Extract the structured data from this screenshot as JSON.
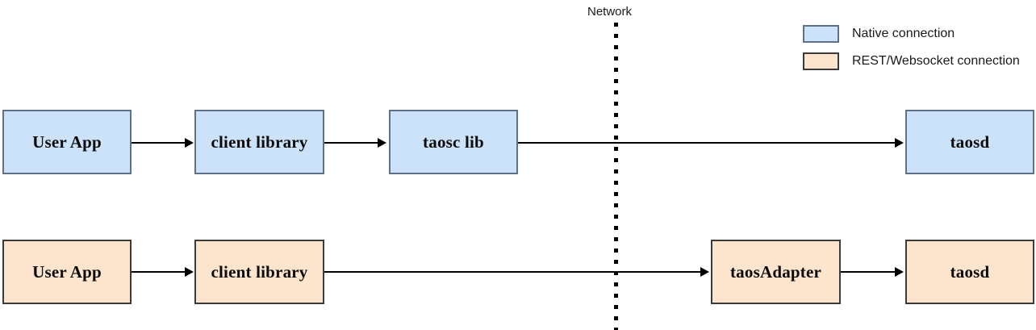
{
  "diagram": {
    "title_label": "Network",
    "colors": {
      "native_fill": "#cce2f8",
      "native_border": "#60708a",
      "rest_fill": "#fce5cc",
      "rest_border": "#3b3b3b",
      "connector": "#000000"
    },
    "rows": [
      {
        "kind": "native",
        "nodes": [
          {
            "label": "User App"
          },
          {
            "label": "client library"
          },
          {
            "label": "taosc lib"
          },
          {
            "label": "taosd"
          }
        ]
      },
      {
        "kind": "rest",
        "nodes": [
          {
            "label": "User App"
          },
          {
            "label": "client library"
          },
          {
            "label": "taosAdapter"
          },
          {
            "label": "taosd"
          }
        ]
      }
    ]
  },
  "legend": {
    "items": [
      {
        "label": "Native connection",
        "kind": "native"
      },
      {
        "label": "REST/Websocket connection",
        "kind": "rest"
      }
    ]
  }
}
